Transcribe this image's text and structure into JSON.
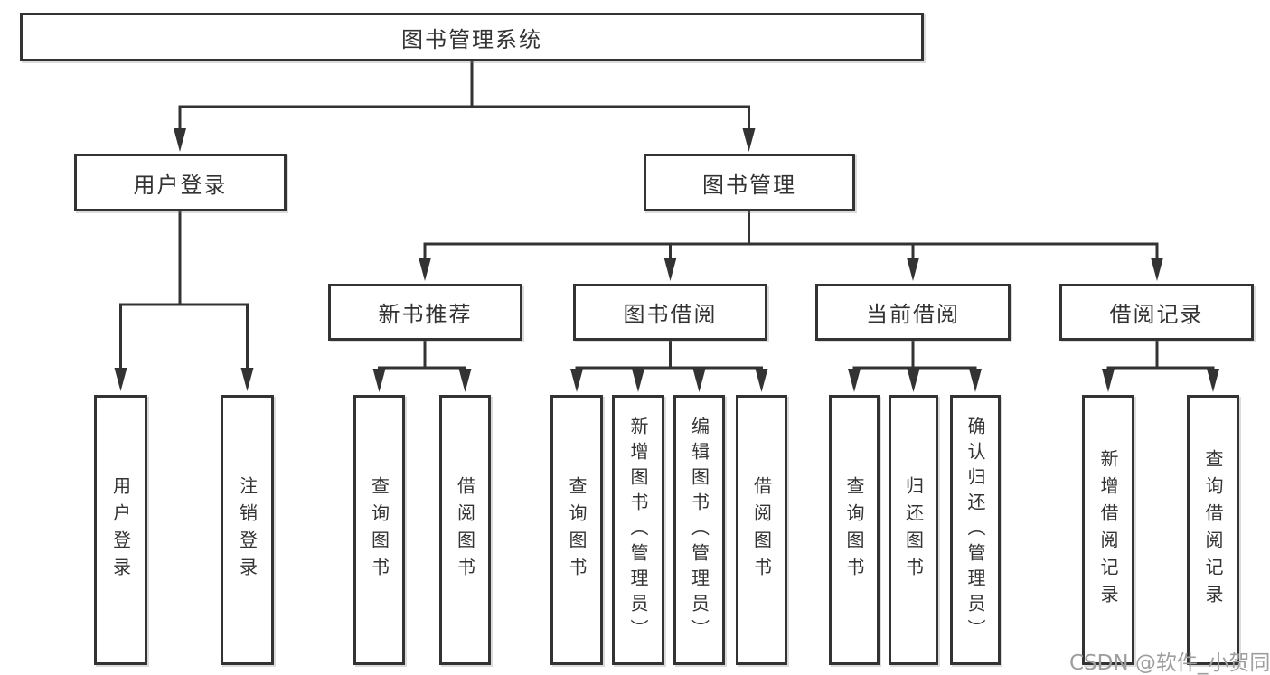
{
  "diagram": {
    "type": "hierarchy-tree",
    "title": "图书管理系统",
    "colors": {
      "line": "#333333",
      "border": "#333333",
      "box_background": "#ffffff",
      "text": "#333333",
      "watermark_text": "#9e9e9e"
    },
    "watermark": "CSDN @软件_小贺同学",
    "nodes": {
      "root": {
        "label": "图书管理系统"
      },
      "user_login": {
        "label": "用户登录"
      },
      "book_mgmt": {
        "label": "图书管理"
      },
      "new_book_rec": {
        "label": "新书推荐"
      },
      "book_borrow": {
        "label": "图书借阅"
      },
      "current_borrow": {
        "label": "当前借阅"
      },
      "borrow_records": {
        "label": "借阅记录"
      },
      "leaf_user_login": {
        "label": "用户登录",
        "parent": "用户登录"
      },
      "leaf_logout": {
        "label": "注销登录",
        "parent": "用户登录"
      },
      "leaf_query_book_1": {
        "label": "查询图书",
        "parent": "新书推荐"
      },
      "leaf_borrow_book_1": {
        "label": "借阅图书",
        "parent": "新书推荐"
      },
      "leaf_query_book_2": {
        "label": "查询图书",
        "parent": "图书借阅"
      },
      "leaf_add_book": {
        "label": "新增图书（管理员）",
        "parent": "图书借阅"
      },
      "leaf_edit_book": {
        "label": "编辑图书（管理员）",
        "parent": "图书借阅"
      },
      "leaf_borrow_book_2": {
        "label": "借阅图书",
        "parent": "图书借阅"
      },
      "leaf_query_book_3": {
        "label": "查询图书",
        "parent": "当前借阅"
      },
      "leaf_return_book": {
        "label": "归还图书",
        "parent": "当前借阅"
      },
      "leaf_confirm_return": {
        "label": "确认归还（管理员）",
        "parent": "当前借阅"
      },
      "leaf_add_record": {
        "label": "新增借阅记录",
        "parent": "借阅记录"
      },
      "leaf_query_record": {
        "label": "查询借阅记录",
        "parent": "借阅记录"
      }
    }
  }
}
